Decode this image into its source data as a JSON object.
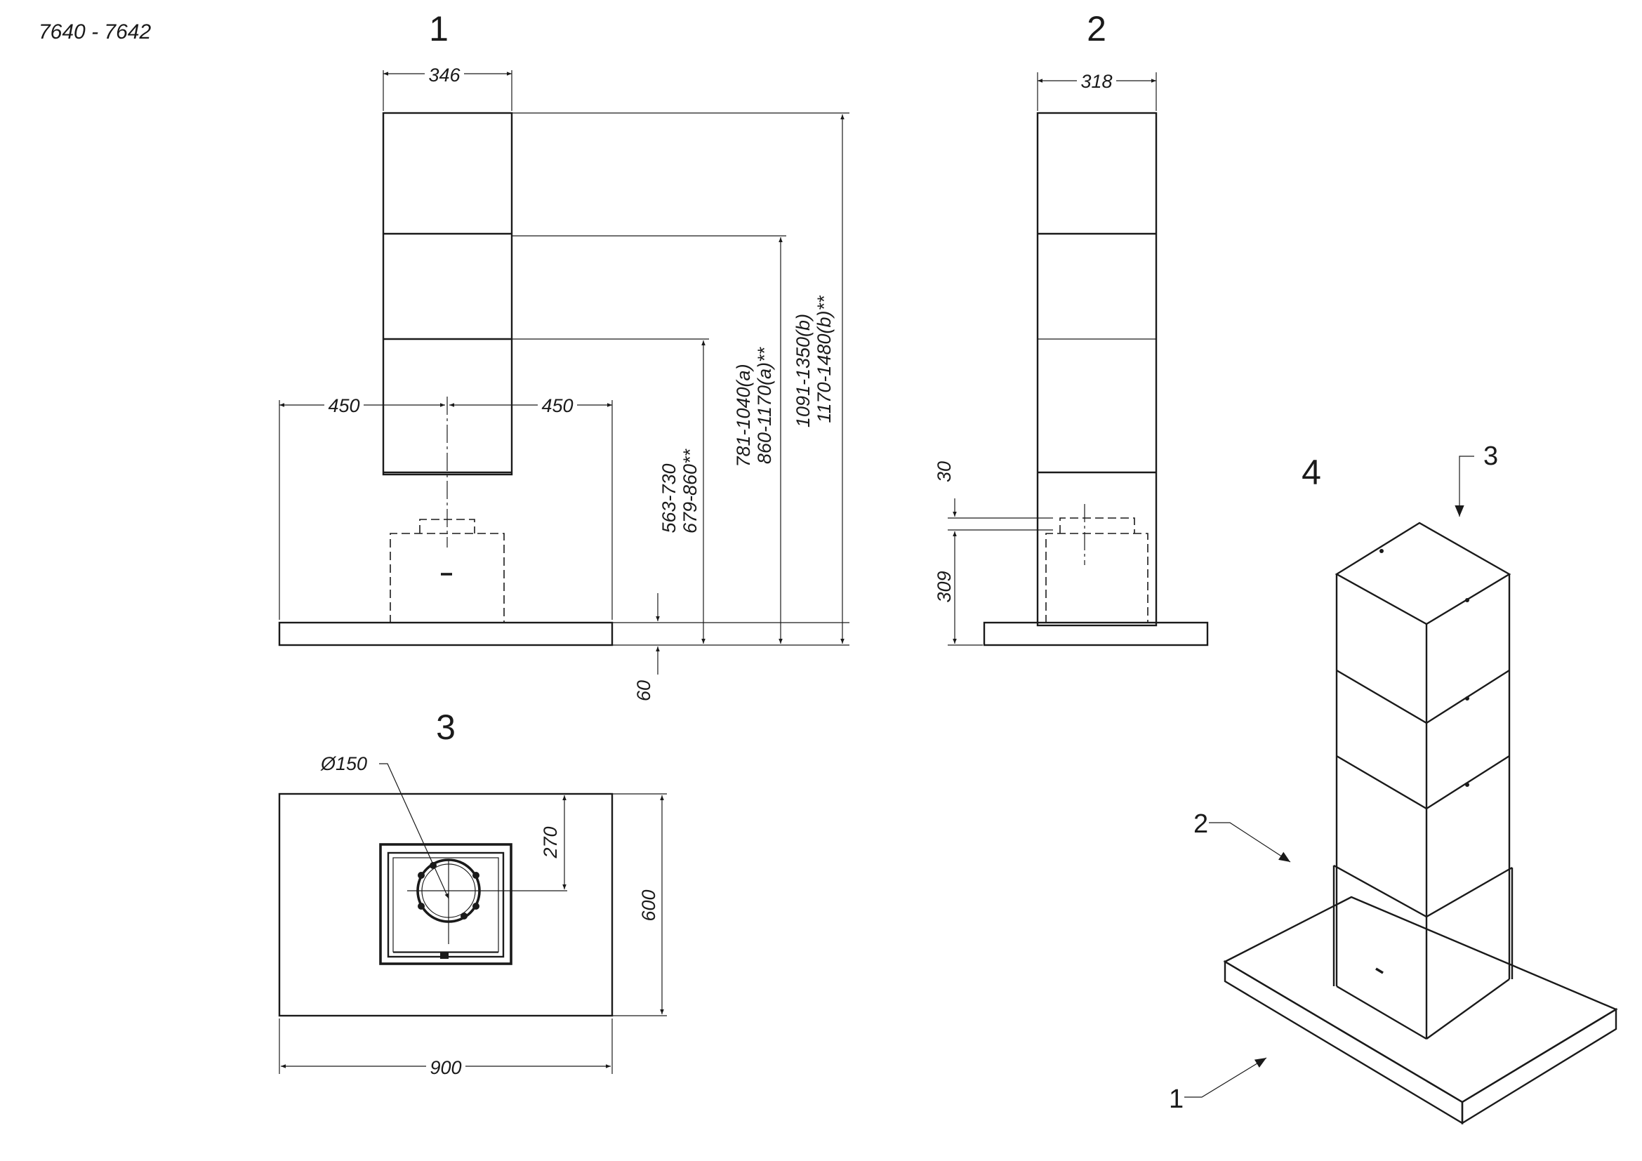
{
  "model_code": "7640 - 7642",
  "views": {
    "front": "1",
    "side": "2",
    "top": "3",
    "iso": "4"
  },
  "front_view": {
    "width": "346",
    "left_half": "450",
    "right_half": "450",
    "h1_a": "563-730",
    "h1_b": "679-860**",
    "h2_a": "781-1040(a)",
    "h2_b": "860-1170(a)**",
    "h3_a": "1091-1350(b)",
    "h3_b": "1170-1480(b)**",
    "base_height": "60"
  },
  "side_view": {
    "width": "318",
    "outlet_height": "30",
    "motor_height": "309"
  },
  "top_view": {
    "diameter": "Ø150",
    "outlet_offset": "270",
    "depth": "600",
    "width": "900"
  },
  "iso_view": {
    "callout_1": "1",
    "callout_2": "2",
    "callout_3": "3"
  }
}
